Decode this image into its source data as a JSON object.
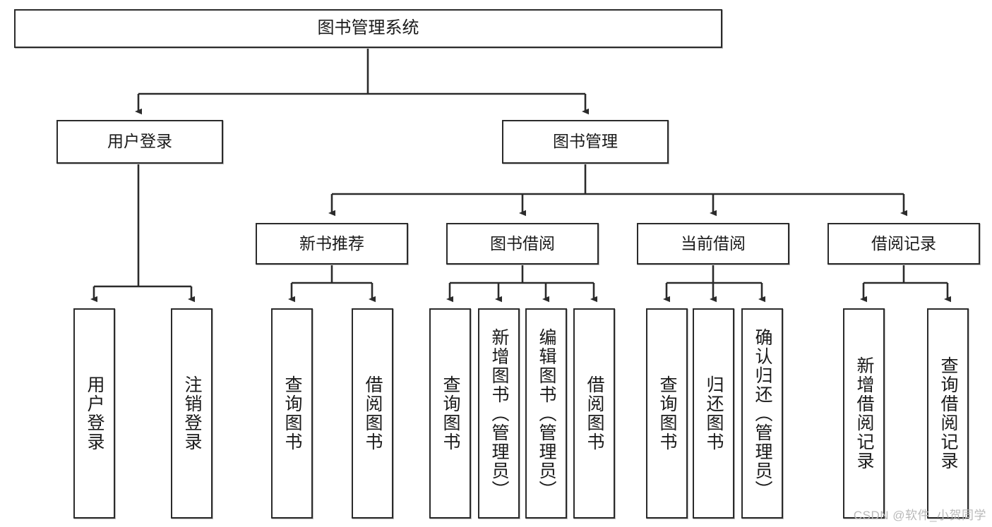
{
  "diagram": {
    "type": "tree-hierarchy-chart",
    "title": "图书管理系统",
    "edge_color": "#2b2b2b",
    "box_border_color": "#2b2b2b",
    "box_fill_color": "#ffffff",
    "text_color": "#1a1a1a"
  },
  "watermark": {
    "text": "CSDN @软件_小贺同学",
    "color": "#b9b9b9"
  },
  "nodes": {
    "root": {
      "label": "图书管理系统"
    },
    "level2": [
      {
        "label": "用户登录"
      },
      {
        "label": "图书管理"
      }
    ],
    "level3": [
      {
        "label": "新书推荐"
      },
      {
        "label": "图书借阅"
      },
      {
        "label": "当前借阅"
      },
      {
        "label": "借阅记录"
      }
    ],
    "leaves": {
      "user_login": [
        {
          "label": "用户登录"
        },
        {
          "label": "注销登录"
        }
      ],
      "new_book_recommend": [
        {
          "label": "查询图书"
        },
        {
          "label": "借阅图书"
        }
      ],
      "book_borrow": [
        {
          "label": "查询图书"
        },
        {
          "label": "新增图书（管理员）"
        },
        {
          "label": "编辑图书（管理员）"
        },
        {
          "label": "借阅图书"
        }
      ],
      "current_borrow": [
        {
          "label": "查询图书"
        },
        {
          "label": "归还图书"
        },
        {
          "label": "确认归还（管理员）"
        }
      ],
      "borrow_record": [
        {
          "label": "新增借阅记录"
        },
        {
          "label": "查询借阅记录"
        }
      ]
    }
  }
}
